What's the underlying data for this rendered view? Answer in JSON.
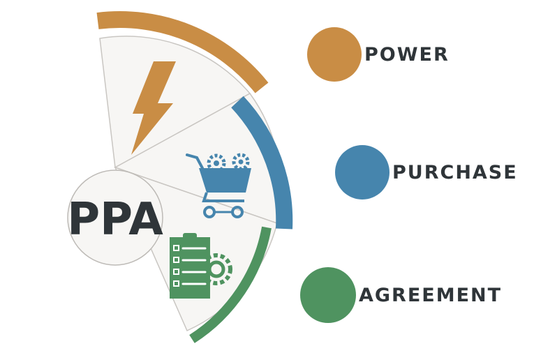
{
  "center": {
    "label": "PPA"
  },
  "legend": [
    {
      "id": "power",
      "label": "POWER",
      "color": "#c98d45"
    },
    {
      "id": "purchase",
      "label": "PURCHASE",
      "color": "#4685ad"
    },
    {
      "id": "agreement",
      "label": "AGREEMENT",
      "color": "#4f9360"
    }
  ],
  "colors": {
    "sector_fill": "#f7f6f4",
    "sector_stroke": "#c9c6c2",
    "text": "#2f3539"
  },
  "icons": {
    "top": "lightning-bolt-icon",
    "middle": "shopping-cart-gears-icon",
    "bottom": "checklist-gear-icon"
  }
}
